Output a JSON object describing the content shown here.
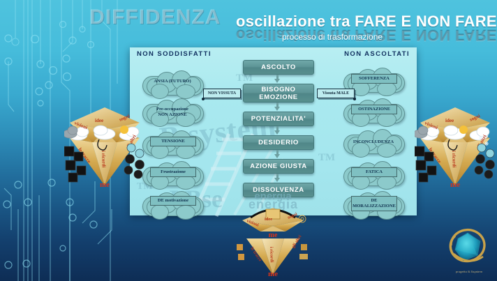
{
  "header": {
    "ghost_title": "DIFFIDENZA",
    "main_title": "oscillazione tra FARE E NON FARE",
    "sub_title": "processo di trasformazione"
  },
  "panel": {
    "left_header": "NON SODDISFATTI",
    "right_header": "NON ASCOLTATI",
    "watermark_left": "B system",
    "watermark_right": "TM",
    "watermark_bottom": "I Bse",
    "energia_label": "energia"
  },
  "flow": {
    "steps": [
      {
        "lines": [
          "ASCOLTO"
        ]
      },
      {
        "lines": [
          "BISOGNO",
          "EMOZIONE"
        ]
      },
      {
        "lines": [
          "POTENZIALITA'"
        ]
      },
      {
        "lines": [
          "DESIDERIO"
        ]
      },
      {
        "lines": [
          "AZIONE GIUSTA"
        ]
      },
      {
        "lines": [
          "DISSOLVENZA"
        ]
      }
    ]
  },
  "notes": {
    "left": "NON VISSUTA",
    "right": "Vissuta MALE"
  },
  "left_column": {
    "title": "NON SODDISFATTI",
    "items": [
      {
        "lines": [
          "ANSIA",
          "(FUTURO)"
        ],
        "boxed": false
      },
      {
        "lines": [
          "Pre-occupazione",
          "NON AZIONE"
        ],
        "boxed": false
      },
      {
        "lines": [
          "TENSIONE"
        ],
        "boxed": true
      },
      {
        "lines": [
          "Frustrazione"
        ],
        "boxed": true
      },
      {
        "lines": [
          "DE",
          "motivazione"
        ],
        "boxed": true
      }
    ]
  },
  "right_column": {
    "title": "NON ASCOLTATI",
    "items": [
      {
        "lines": [
          "SOFFERENZA"
        ],
        "boxed": true
      },
      {
        "lines": [
          "OSTINAZIONE"
        ],
        "boxed": true
      },
      {
        "lines": [
          "INCONCLUDENZA"
        ],
        "boxed": false
      },
      {
        "lines": [
          "FATICA"
        ],
        "boxed": true
      },
      {
        "lines": [
          "DE",
          "MORALIZZAZIONE"
        ],
        "boxed": true
      }
    ]
  },
  "diagrams": {
    "left": {
      "top_labels": [
        "visioni",
        "idee",
        "sogni"
      ],
      "bottom_labels": [
        "le tracce",
        "i ricordi",
        "gli altri"
      ],
      "center_label": "me"
    },
    "center": {
      "top_labels": [
        "visioni",
        "idee",
        "sogni"
      ],
      "bottom_labels": [
        "le tracce",
        "i ricordi",
        "gli altri"
      ],
      "center_label": "me",
      "upper_label": "me",
      "title_label": "energia"
    },
    "right": {
      "top_labels": [
        "visioni",
        "idee",
        "sogni"
      ],
      "bottom_labels": [
        "le tracce",
        "i ricordi",
        "gli altri"
      ],
      "center_label": "me"
    }
  },
  "logo": {
    "caption": "progetto  B.Ssystem"
  },
  "colors": {
    "background_top": "#4fc3de",
    "background_bottom": "#0e2d55",
    "panel": "#a9e9ef",
    "flow_box": "#5d9496",
    "cloud": "#8ccacb",
    "heading": "#0f2e5e",
    "accent_red": "#d83318",
    "gold": "#c9a24a"
  }
}
